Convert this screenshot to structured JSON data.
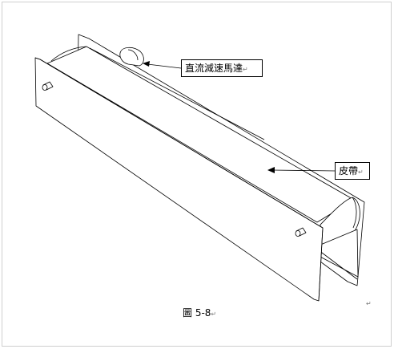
{
  "labels": {
    "motor": "直流減速馬達",
    "belt": "皮帶"
  },
  "caption": {
    "text": "圖 5-8"
  },
  "marks": {
    "paragraph": "↵"
  }
}
